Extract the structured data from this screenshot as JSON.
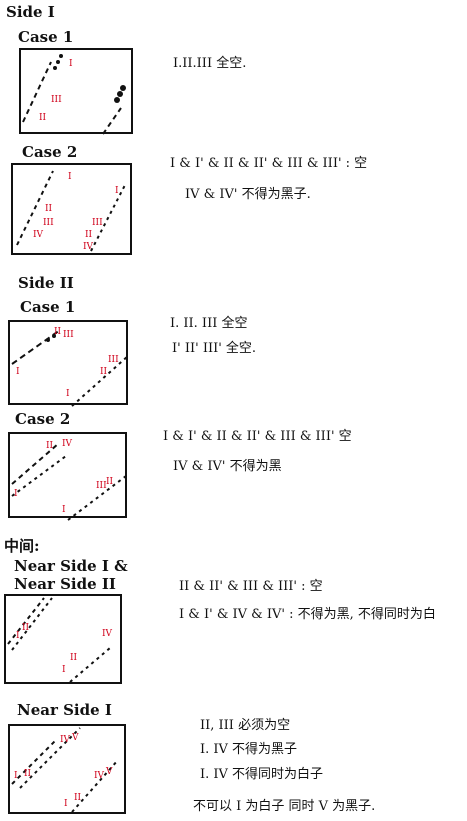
{
  "side1": {
    "title": "Side I",
    "case1": {
      "title": "Case 1",
      "note": "I.II.III 全空.",
      "labels": {
        "a": "I",
        "b": "III",
        "c": "II"
      }
    },
    "case2": {
      "title": "Case 2",
      "note1": "I & I' & II & II' & III & III' : 空",
      "note2": "IV & IV'  不得为黑子.",
      "labels": {
        "a": "I",
        "b": "II",
        "c": "III",
        "d": "IV",
        "e": "I",
        "f": "III",
        "g": "II",
        "h": "IV"
      }
    }
  },
  "side2": {
    "title": "Side II",
    "case1": {
      "title": "Case 1",
      "note1": "I. II. III 全空",
      "note2": "I' II' III' 全空.",
      "labels": {
        "a": "II",
        "b": "III",
        "c": "I",
        "d": "III",
        "e": "II",
        "f": "I"
      }
    },
    "case2": {
      "title": "Case 2",
      "note1": "I & I' & II & II' & III & III' 空",
      "note2": "IV & IV' 不得为黑",
      "labels": {
        "a": "II",
        "b": "IV",
        "c": "I",
        "d": "III",
        "e": "II",
        "f": "I"
      }
    }
  },
  "middle": {
    "title": "中间:",
    "near_both": {
      "title_line1": "Near Side I &",
      "title_line2": "Near Side II",
      "note1": "II & II' & III & III' : 空",
      "note2": "I & I' & IV & IV' : 不得为黑, 不得同时为白",
      "labels": {
        "a": "I",
        "b": "II",
        "c": "IV",
        "d": "II",
        "e": "I"
      }
    },
    "near_side1": {
      "title": "Near Side I",
      "note1": "II, III 必须为空",
      "note2": "I. IV 不得为黑子",
      "note3": "I. IV 不得同时为白子",
      "note4": "不可以 I 为白子 同时 V 为黑子.",
      "labels": {
        "a": "I",
        "b": "II",
        "c": "IV",
        "d": "V",
        "e": "I",
        "f": "II",
        "g": "IV",
        "h": "V"
      }
    }
  }
}
